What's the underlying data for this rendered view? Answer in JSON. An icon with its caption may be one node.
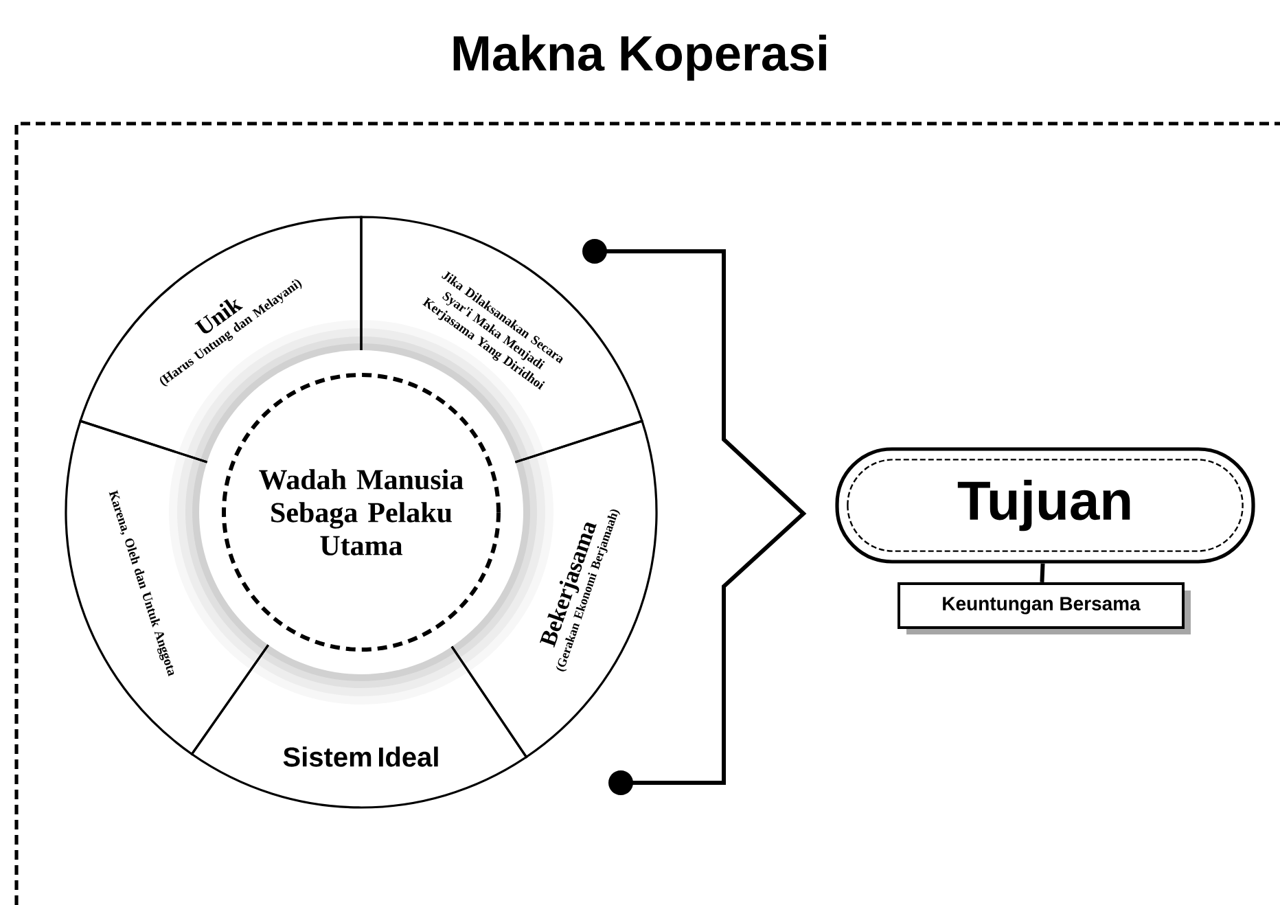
{
  "diagram": {
    "title": "Makna Koperasi",
    "nodes": [
      {
        "text": [
          "Wadah Manusia Sebaga Pelaku Utama"
        ]
      },
      {
        "text": [
          "Unik",
          "(Harus Untung dan Melayani)"
        ]
      },
      {
        "text": [
          "Jika Dilaksanakan Secara Syar'i Maka Menjadi Kerjasama Yang Diridhoi"
        ]
      },
      {
        "text": [
          "Bekerjasama",
          "(Gerakan Ekonomi Berjamaah)"
        ]
      },
      {
        "text": [
          "Sistem Ideal"
        ]
      },
      {
        "text": [
          "Karena, Oleh dan Untuk Anggota"
        ]
      },
      {
        "text": [
          "Tujuan"
        ]
      },
      {
        "text": [
          "Keuntungan Bersama"
        ]
      }
    ],
    "edges": [
      {
        "from": 6,
        "to": 7,
        "arrow": "none"
      }
    ]
  }
}
